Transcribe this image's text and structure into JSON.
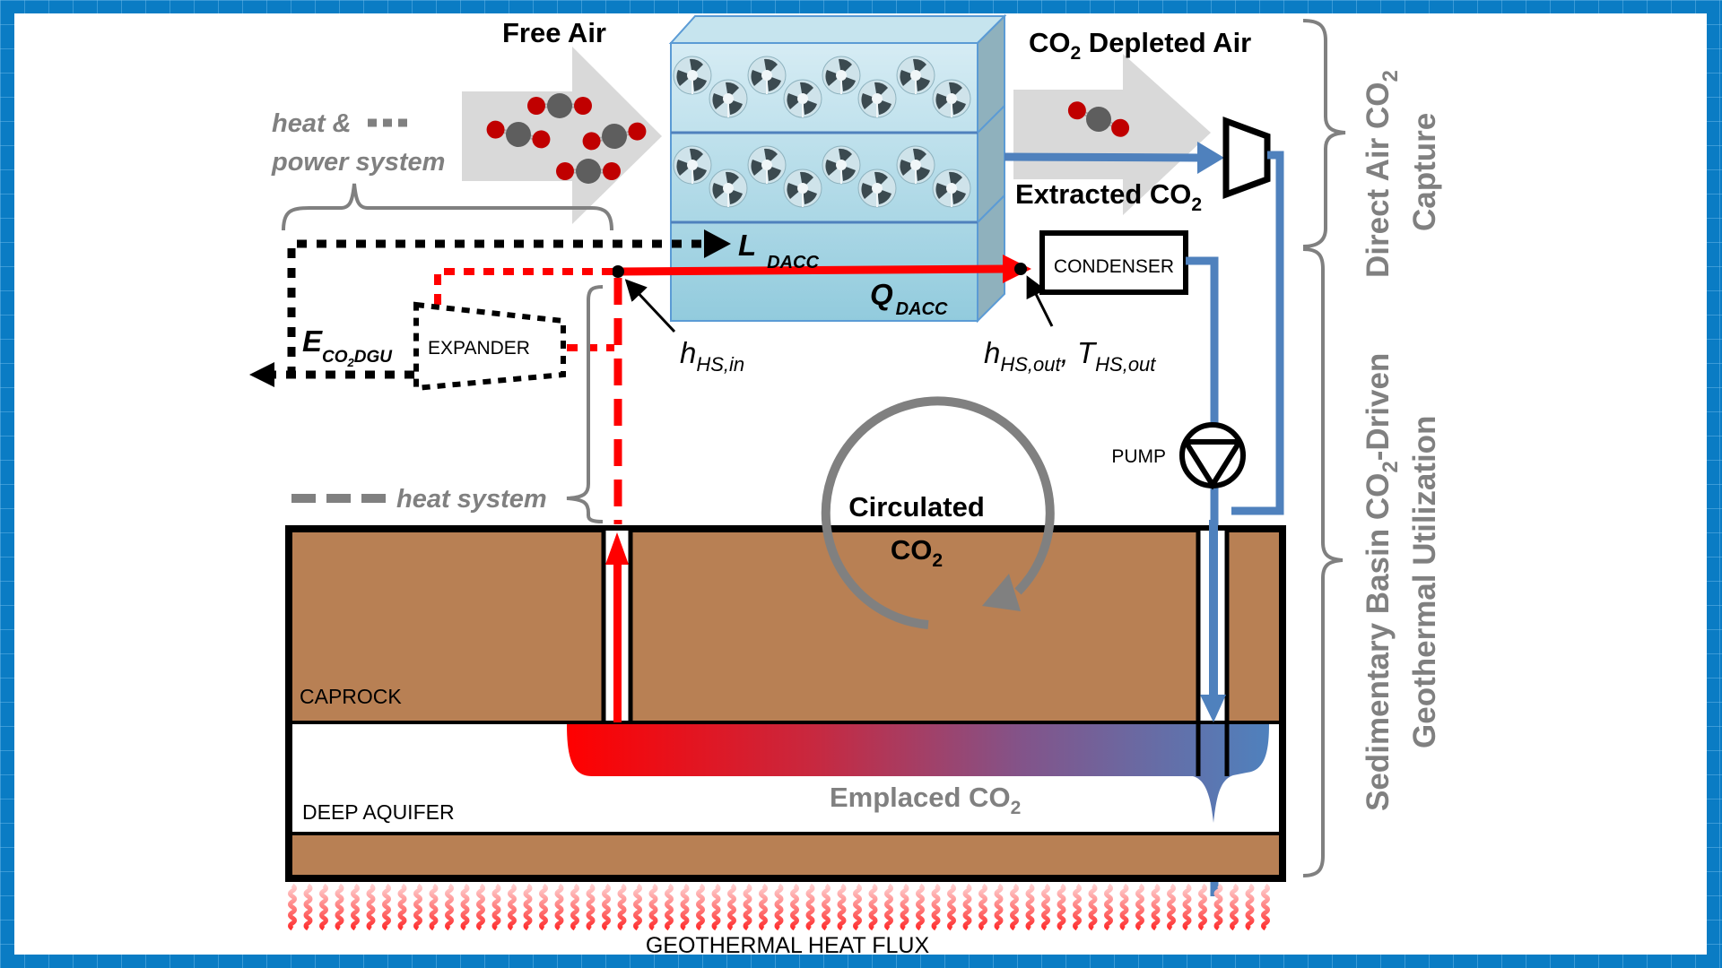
{
  "diagram": {
    "title_free_air": "Free Air",
    "title_depleted_air": {
      "main": "CO",
      "sub": "2",
      "rest": " Depleted Air"
    },
    "extracted_co2": {
      "main": "Extracted CO",
      "sub": "2"
    },
    "heat_power_system": {
      "line1": "heat &",
      "line2": "power system"
    },
    "heat_system": "heat system",
    "l_dacc": {
      "main": "L",
      "sub": "DACC"
    },
    "q_dacc": {
      "main": "Q",
      "sub": "DACC"
    },
    "e_co2dgu": {
      "main": "E",
      "sub1": "CO",
      "sub2": "2",
      "sub3": "DGU"
    },
    "h_hs_in": {
      "main": "h",
      "sub": "HS,in"
    },
    "h_hs_out": {
      "main": "h",
      "sub": "HS,out",
      "sep": ", ",
      "main2": "T",
      "sub2": "HS,out"
    },
    "expander": "EXPANDER",
    "condenser": "CONDENSER",
    "pump": "PUMP",
    "circulated_co2": {
      "line1": "Circulated",
      "main": "CO",
      "sub": "2"
    },
    "caprock": "CAPROCK",
    "deep_aquifer": "DEEP AQUIFER",
    "emplaced_co2": {
      "main": "Emplaced CO",
      "sub": "2"
    },
    "geothermal_heat_flux": "GEOTHERMAL HEAT FLUX",
    "bracket_dac": {
      "line1": "Direct Air CO",
      "sub": "2",
      "line2": "Capture"
    },
    "bracket_geo": {
      "line1a": "Sedimentary Basin CO",
      "sub": "2",
      "line1b": "-Driven",
      "line2": "Geothermal Utilization"
    }
  },
  "colors": {
    "frame_blue": "#0a7cc4",
    "rock_brown": "#b88054",
    "hot_red": "#ff0000",
    "cold_blue": "#4f81bd",
    "label_gray": "#808080",
    "dac_box": "#a9d7e6",
    "arrow_gray": "#d9d9d9",
    "carbon": "#5a5a5a",
    "oxygen": "#c00000"
  }
}
